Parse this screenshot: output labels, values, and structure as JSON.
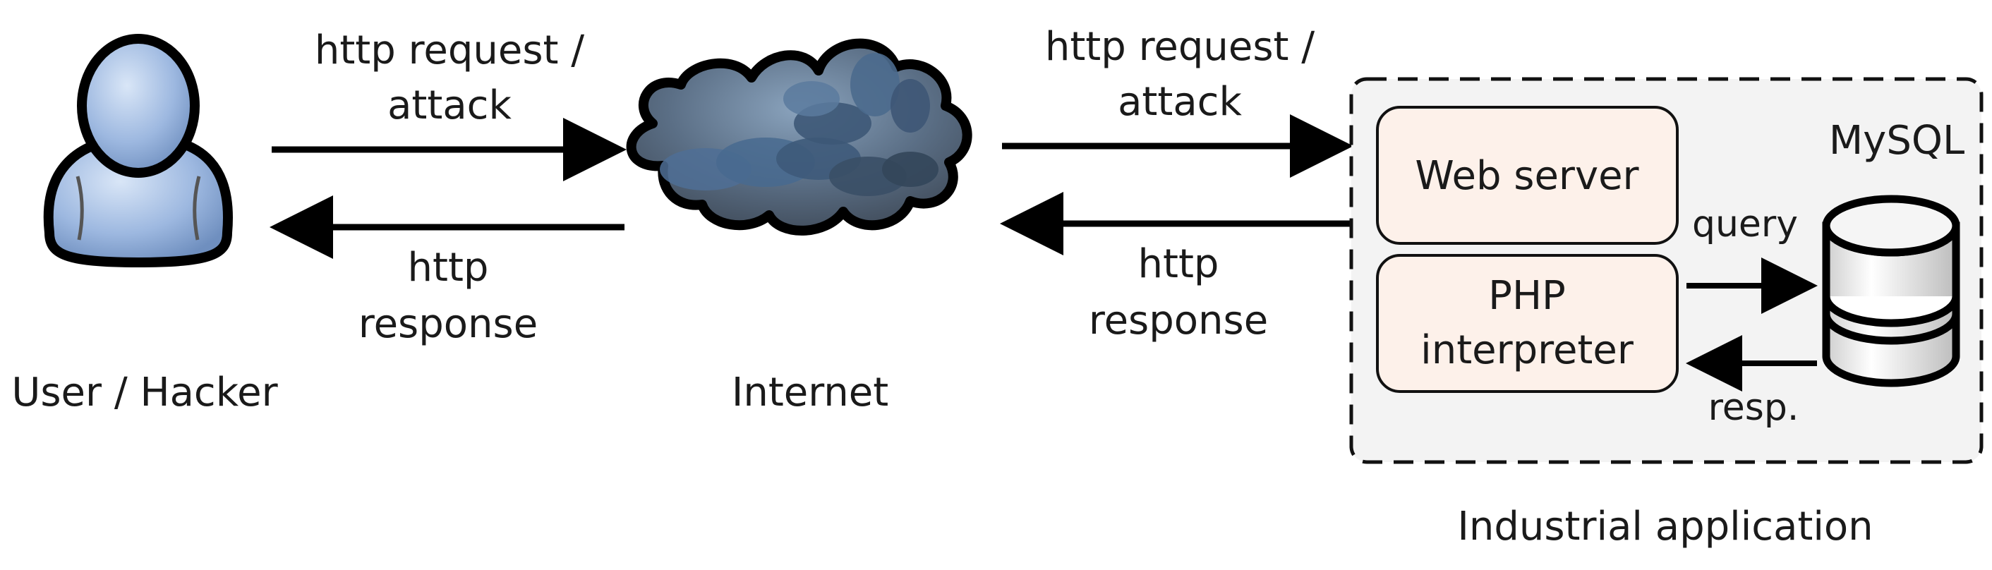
{
  "diagram": {
    "user_label": "User / Hacker",
    "internet_label": "Internet",
    "request_left": {
      "line1": "http request /",
      "line2": "attack"
    },
    "response_left": {
      "line1": "http",
      "line2": "response"
    },
    "request_right": {
      "line1": "http request /",
      "line2": "attack"
    },
    "response_right": {
      "line1": "http",
      "line2": "response"
    },
    "app": {
      "label": "Industrial application",
      "web_server": "Web server",
      "php_line1": "PHP",
      "php_line2": "interpreter",
      "mysql": "MySQL",
      "query": "query",
      "resp": "resp."
    }
  },
  "colors": {
    "user_fill": "#9db8e0",
    "cloud_fill": "#4a6584",
    "box_fill": "#fdf1ea",
    "container_fill": "#f3f3f3",
    "db_fill": "#eeeeee"
  }
}
